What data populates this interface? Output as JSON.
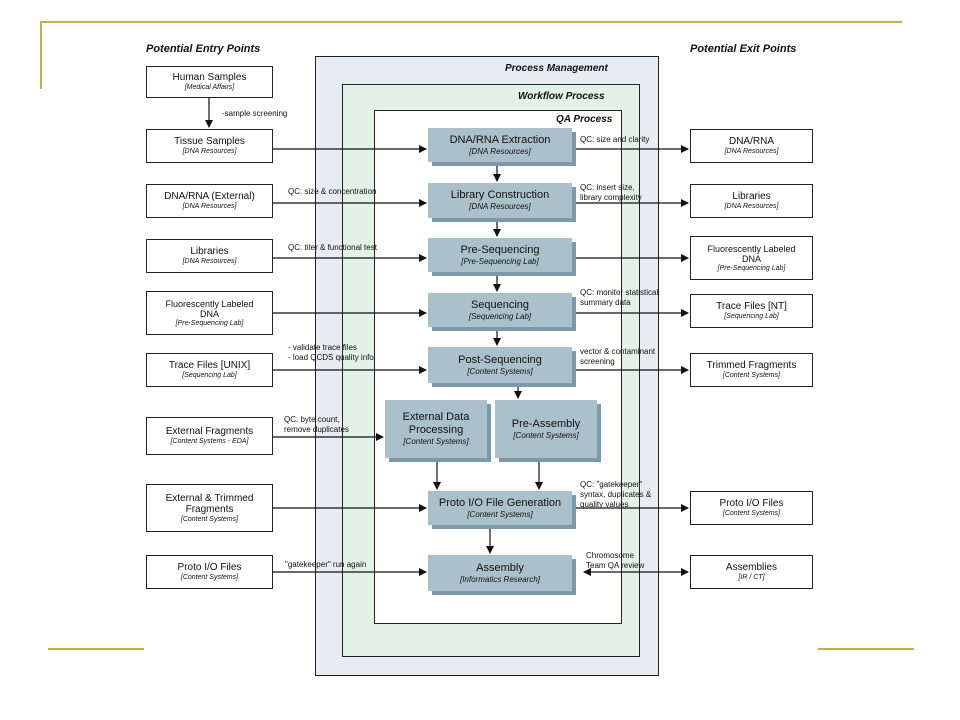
{
  "headers": {
    "entry": "Potential Entry Points",
    "exit": "Potential Exit Points"
  },
  "regions": {
    "process_management": "Process Management",
    "workflow_process": "Workflow Process",
    "qa_process": "QA Process"
  },
  "entry_boxes": [
    {
      "title": "Human Samples",
      "sub": "[Medical Affairs]"
    },
    {
      "title": "Tissue Samples",
      "sub": "[DNA Resources]"
    },
    {
      "title": "DNA/RNA (External)",
      "sub": "[DNA Resources]"
    },
    {
      "title": "Libraries",
      "sub": "[DNA Resources]"
    },
    {
      "title": "Fluorescently Labeled DNA",
      "sub": "[Pre-Sequencing Lab]"
    },
    {
      "title": "Trace Files [UNIX]",
      "sub": "[Sequencing Lab]"
    },
    {
      "title": "External Fragments",
      "sub": "[Content Systems - EDA]"
    },
    {
      "title": "External & Trimmed Fragments",
      "sub": "[Content Systems]"
    },
    {
      "title": "Proto I/O Files",
      "sub": "[Content Systems]"
    }
  ],
  "exit_boxes": [
    {
      "title": "DNA/RNA",
      "sub": "[DNA Resources]"
    },
    {
      "title": "Libraries",
      "sub": "[DNA Resources]"
    },
    {
      "title": "Fluorescently Labeled DNA",
      "sub": "[Pre-Sequencing Lab]"
    },
    {
      "title": "Trace Files [NT]",
      "sub": "[Sequencing Lab]"
    },
    {
      "title": "Trimmed Fragments",
      "sub": "[Content Systems]"
    },
    {
      "title": "Proto I/O Files",
      "sub": "[Content Systems]"
    },
    {
      "title": "Assemblies",
      "sub": "[IR / CT]"
    }
  ],
  "steps": [
    {
      "title": "DNA/RNA Extraction",
      "sub": "[DNA Resources]"
    },
    {
      "title": "Library Construction",
      "sub": "[DNA Resources]"
    },
    {
      "title": "Pre-Sequencing",
      "sub": "[Pre-Sequencing Lab]"
    },
    {
      "title": "Sequencing",
      "sub": "[Sequencing Lab]"
    },
    {
      "title": "Post-Sequencing",
      "sub": "[Content Systems]"
    },
    {
      "title": "External Data Processing",
      "sub": "[Content Systems]"
    },
    {
      "title": "Pre-Assembly",
      "sub": "[Content Systems]"
    },
    {
      "title": "Proto I/O File Generation",
      "sub": "[Content Systems]"
    },
    {
      "title": "Assembly",
      "sub": "[Informatics Research]"
    }
  ],
  "notes": {
    "sample_screening": "-sample screening",
    "qc_size_concentration": "QC: size & concentration",
    "qc_titer": "QC: titer & functional test",
    "validate_trace": "- validate trace files",
    "load_qcds": "- load QCDS quality info",
    "qc_byte_count": "QC: byte count,",
    "remove_duplicates": "remove duplicates",
    "gatekeeper_again": "\"gatekeeper\" run again",
    "qc_size_clarity": "QC: size and clarity",
    "qc_insert_size": "QC: insert size,",
    "library_complexity": "library complexity",
    "qc_monitor": "QC: monitor statistical",
    "summary_data": "summary data",
    "vector": "vector & contaminant",
    "screening": "screening",
    "qc_gatekeeper": "QC: \"gatekeeper\"",
    "syntax_dup": "syntax, duplicates &",
    "quality_values": "quality values",
    "chromosome": "Chromosome",
    "team_qa": "Team QA review"
  }
}
